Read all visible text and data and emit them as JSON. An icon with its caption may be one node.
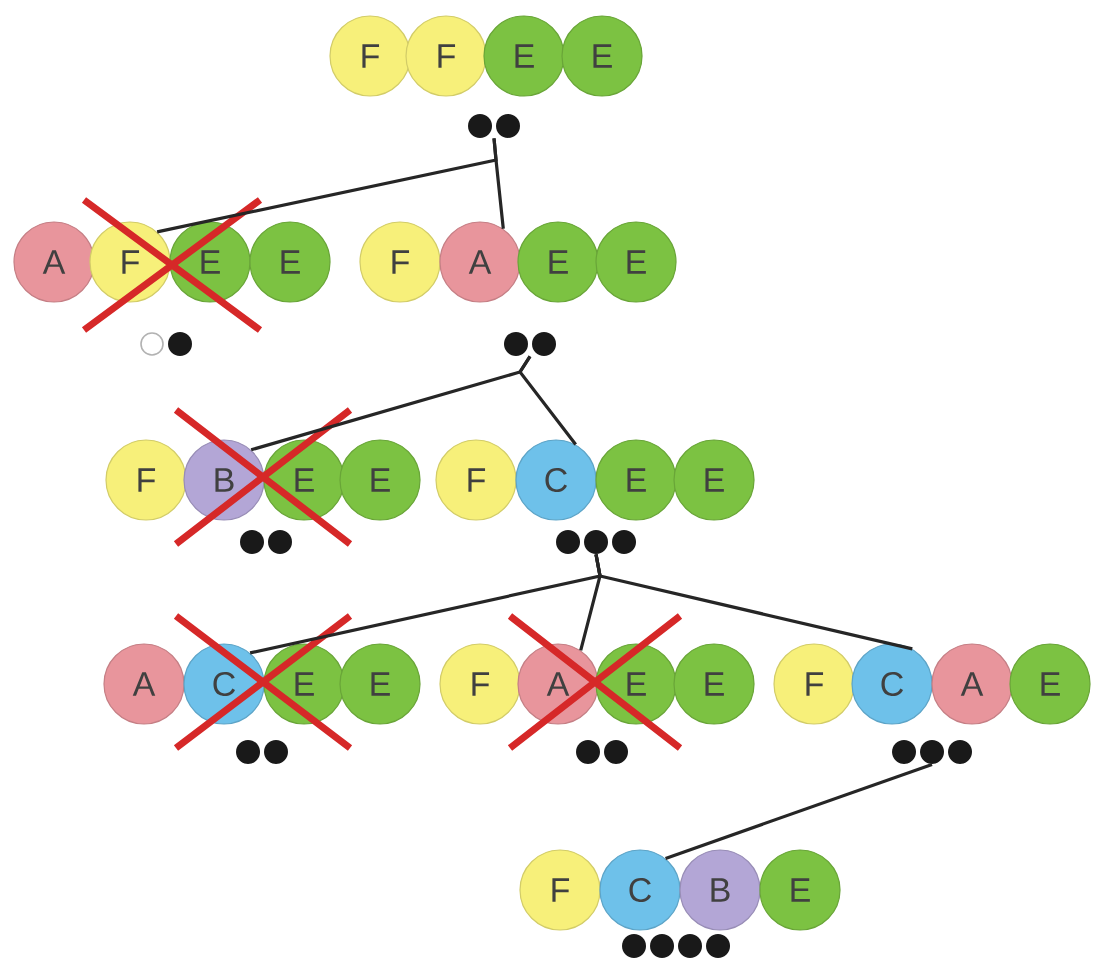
{
  "diagram": {
    "nodes": [
      {
        "text": [
          "F"
        ]
      },
      {
        "text": [
          "F"
        ]
      },
      {
        "text": [
          "E"
        ]
      },
      {
        "text": [
          "E"
        ]
      },
      {
        "text": [],
        "shape": "dots"
      },
      {
        "text": [
          "A"
        ]
      },
      {
        "text": [
          "F"
        ]
      },
      {
        "text": [
          "E"
        ]
      },
      {
        "text": [
          "E"
        ]
      },
      {
        "text": [
          "F"
        ]
      },
      {
        "text": [
          "A"
        ]
      },
      {
        "text": [
          "E"
        ]
      },
      {
        "text": [
          "E"
        ]
      },
      {
        "text": [],
        "shape": "dots"
      },
      {
        "text": [],
        "shape": "dots"
      },
      {
        "text": [
          "F"
        ]
      },
      {
        "text": [
          "B"
        ]
      },
      {
        "text": [
          "E"
        ]
      },
      {
        "text": [
          "E"
        ]
      },
      {
        "text": [
          "F"
        ]
      },
      {
        "text": [
          "C"
        ]
      },
      {
        "text": [
          "E"
        ]
      },
      {
        "text": [
          "E"
        ]
      },
      {
        "text": [],
        "shape": "dots"
      },
      {
        "text": [],
        "shape": "dots"
      },
      {
        "text": [
          "A"
        ]
      },
      {
        "text": [
          "C"
        ]
      },
      {
        "text": [
          "E"
        ]
      },
      {
        "text": [
          "E"
        ]
      },
      {
        "text": [
          "F"
        ]
      },
      {
        "text": [
          "A"
        ]
      },
      {
        "text": [
          "E"
        ]
      },
      {
        "text": [
          "E"
        ]
      },
      {
        "text": [
          "F"
        ]
      },
      {
        "text": [
          "C"
        ]
      },
      {
        "text": [
          "A"
        ]
      },
      {
        "text": [
          "E"
        ]
      },
      {
        "text": [],
        "shape": "dots"
      },
      {
        "text": [],
        "shape": "dots"
      },
      {
        "text": [],
        "shape": "dots"
      },
      {
        "text": [
          "F"
        ]
      },
      {
        "text": [
          "C"
        ]
      },
      {
        "text": [
          "B"
        ]
      },
      {
        "text": [
          "E"
        ]
      },
      {
        "text": [],
        "shape": "dots"
      }
    ],
    "edges": [
      {
        "from": 4,
        "to": 6,
        "arrow": "none"
      },
      {
        "from": 4,
        "to": 10,
        "arrow": "none"
      },
      {
        "from": 14,
        "to": 16,
        "arrow": "none"
      },
      {
        "from": 14,
        "to": 20,
        "arrow": "none"
      },
      {
        "from": 24,
        "to": 26,
        "arrow": "none"
      },
      {
        "from": 24,
        "to": 30,
        "arrow": "none"
      },
      {
        "from": 24,
        "to": 34,
        "arrow": "none"
      },
      {
        "from": 39,
        "to": 41,
        "arrow": "none"
      }
    ]
  }
}
